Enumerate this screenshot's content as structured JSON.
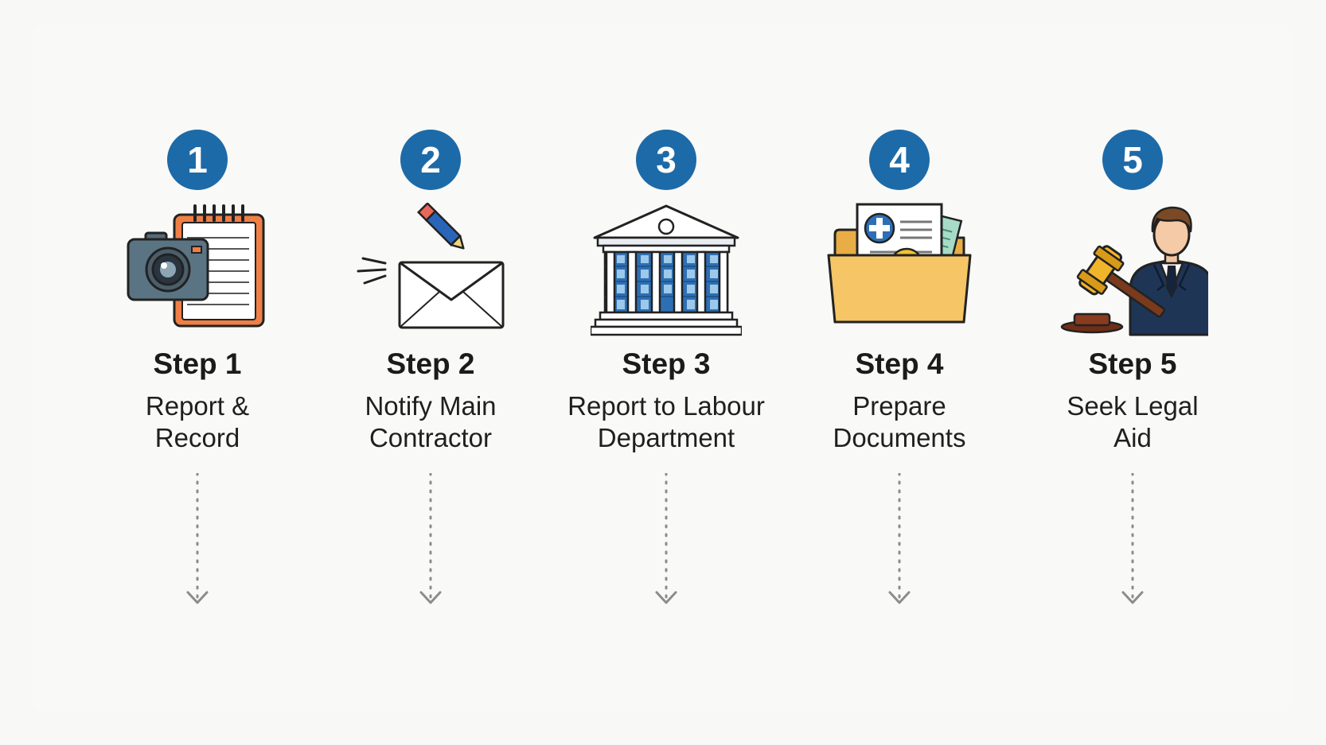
{
  "steps": [
    {
      "number": "1",
      "title": "Step 1",
      "description": [
        "Report &",
        "Record"
      ],
      "icon": "camera-notepad-icon"
    },
    {
      "number": "2",
      "title": "Step 2",
      "description": [
        "Notify Main",
        "Contractor"
      ],
      "icon": "envelope-pen-icon"
    },
    {
      "number": "3",
      "title": "Step 3",
      "description": [
        "Report to Labour",
        "Department"
      ],
      "icon": "government-building-icon"
    },
    {
      "number": "4",
      "title": "Step 4",
      "description": [
        "Prepare",
        "Documents"
      ],
      "icon": "document-folder-icon"
    },
    {
      "number": "5",
      "title": "Step 5",
      "description": [
        "Seek Legal",
        "Aid"
      ],
      "icon": "lawyer-gavel-icon"
    }
  ],
  "colors": {
    "badge": "#1d6aa8",
    "text": "#1b1b1b",
    "connector": "#8c8c8c"
  }
}
